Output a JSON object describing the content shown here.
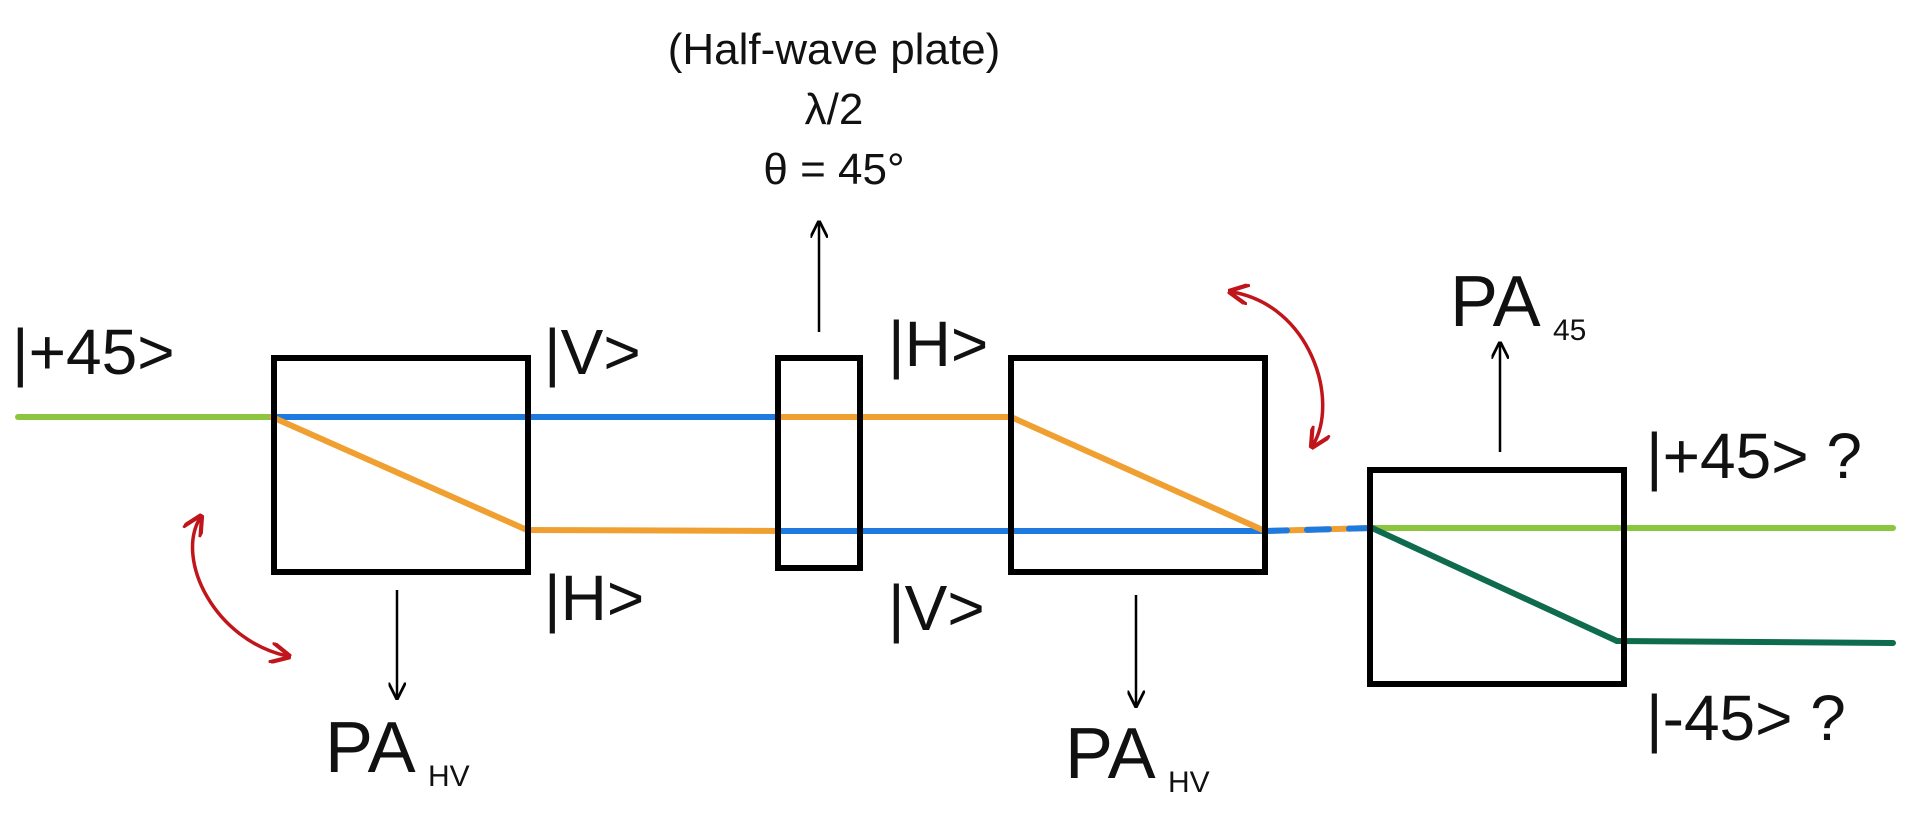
{
  "colors": {
    "input_beam": "#8cc63f",
    "v_beam": "#1f7ae0",
    "h_beam": "#f0a030",
    "minus45_beam": "#0e6b4e",
    "rotation_arrow": "#c0161b",
    "outline": "#000000"
  },
  "labels": {
    "input_state": "|+45>",
    "pa1_v_out": "|V>",
    "pa1_h_out": "|H>",
    "hwp_h_out": "|H>",
    "hwp_v_out": "|V>",
    "out_plus45": "|+45> ?",
    "out_minus45": "|-45> ?",
    "hwp_name": "(Half-wave plate)",
    "hwp_lambda": "λ/2",
    "hwp_angle": "θ = 45°",
    "pa_hv_main": "PA",
    "pa_hv_sub": "HV",
    "pa45_main": "PA",
    "pa45_sub": "45"
  },
  "icons": [
    "pointer-arrow-icon",
    "curved-rotation-arrow-icon"
  ]
}
